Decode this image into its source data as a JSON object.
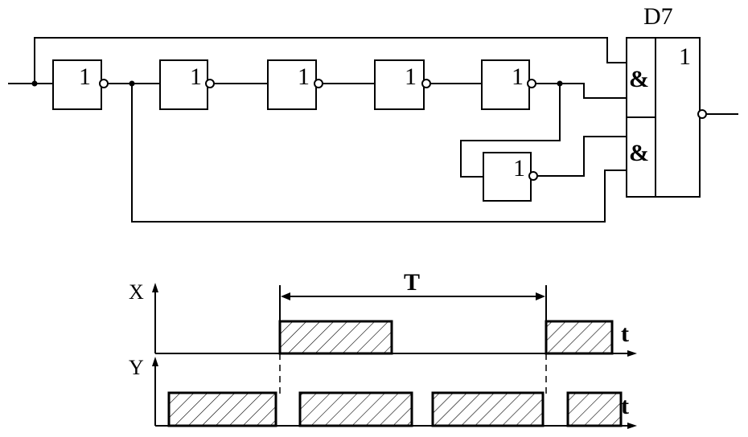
{
  "circuit": {
    "chip_label": "D7",
    "inverter_symbol": "1",
    "and_symbol": "&",
    "or_symbol": "1"
  },
  "timing": {
    "x_label": "X",
    "y_label": "Y",
    "t_label": "t",
    "period_label": "T"
  },
  "colors": {
    "ink": "#000000",
    "paper": "#ffffff"
  }
}
